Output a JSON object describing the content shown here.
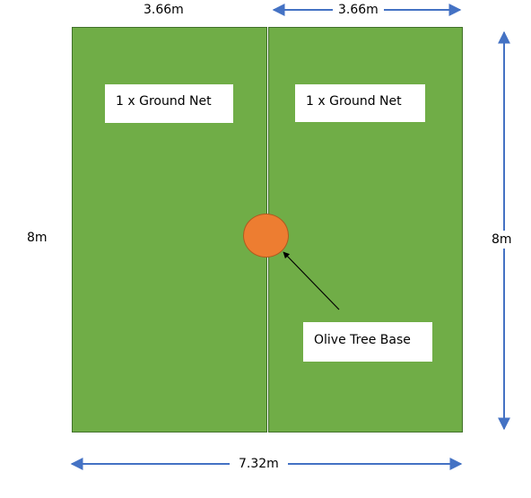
{
  "diagram": {
    "top_left_width": "3.66m",
    "top_right_width": "3.66m",
    "total_width": "7.32m",
    "left_height": "8m",
    "right_height": "8m",
    "left_net_label": "1 x Ground Net",
    "right_net_label": "1 x Ground Net",
    "olive_label": "Olive Tree Base",
    "colors": {
      "ground": "#70ad47",
      "olive_base": "#ed7d31",
      "arrow": "#4472c4"
    }
  }
}
